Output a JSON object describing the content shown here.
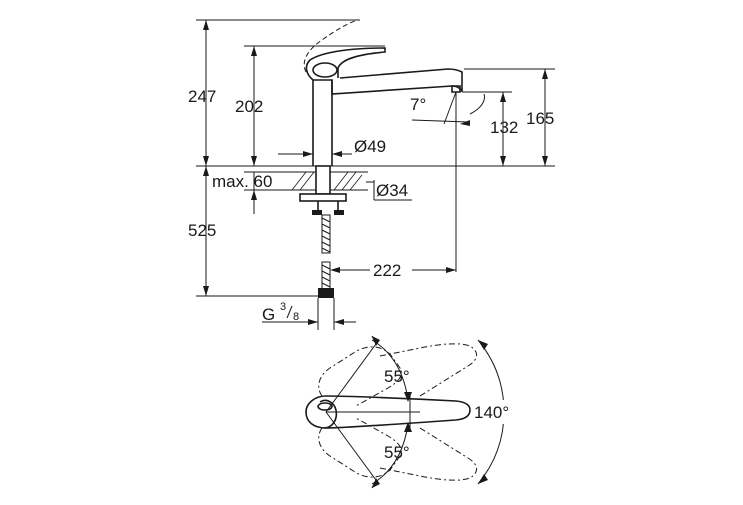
{
  "side_view": {
    "dims": {
      "overall_height": "247",
      "lever_height": "202",
      "spout_height": "165",
      "outlet_height": "132",
      "spout_angle": "7°",
      "base_diameter": "Ø49",
      "hole_diameter": "Ø34",
      "max_counter": "max. 60",
      "hose_length": "525",
      "reach": "222",
      "thread_prefix": "G",
      "thread_num": "3",
      "thread_den": "8"
    }
  },
  "top_view": {
    "angles": {
      "upper": "55°",
      "lower": "55°",
      "total": "140°"
    }
  }
}
